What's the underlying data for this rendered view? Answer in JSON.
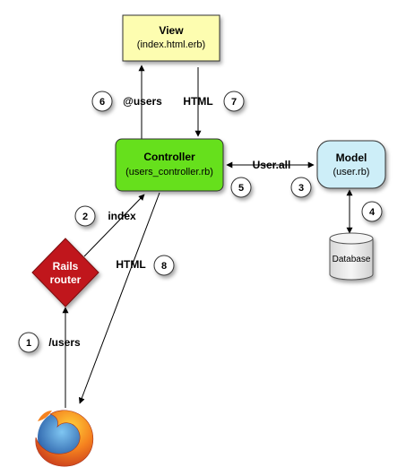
{
  "nodes": {
    "view": {
      "title": "View",
      "subtitle": "(index.html.erb)",
      "color": "#fdfdb0"
    },
    "controller": {
      "title": "Controller",
      "subtitle": "(users_controller.rb)",
      "color": "#66e01e"
    },
    "model": {
      "title": "Model",
      "subtitle": "(user.rb)",
      "color": "#cdeef8"
    },
    "router": {
      "line1": "Rails",
      "line2": "router",
      "color": "#c0161c"
    },
    "database": {
      "label": "Database",
      "color": "#eeeeee"
    },
    "browser": {
      "icon": "firefox-icon"
    }
  },
  "edges": {
    "users_request": "/users",
    "index_action": "index",
    "user_all": "User.all",
    "users_var": "@users",
    "view_html": "HTML",
    "response_html": "HTML"
  },
  "steps": [
    "1",
    "2",
    "3",
    "4",
    "5",
    "6",
    "7",
    "8"
  ]
}
